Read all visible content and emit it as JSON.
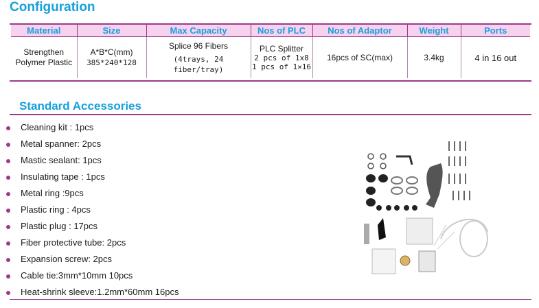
{
  "config": {
    "title": "Configuration",
    "headers": [
      "Material",
      "Size",
      "Max Capacity",
      "Nos of PLC",
      "Nos of Adaptor",
      "Weight",
      "Ports"
    ],
    "row": {
      "material": [
        "Strengthen",
        "Polymer Plastic"
      ],
      "size": [
        "A*B*C(mm)",
        "385*240*128"
      ],
      "capacity": [
        "Splice 96 Fibers",
        "(4trays, 24 fiber/tray)"
      ],
      "plc": [
        "PLC Splitter",
        "2 pcs of 1x8",
        "1 pcs of 1×16"
      ],
      "adaptor": "16pcs of SC(max)",
      "weight": "3.4kg",
      "ports": "4 in 16 out"
    }
  },
  "accessories": {
    "title": "Standard Accessories",
    "items": [
      "Cleaning kit : 1pcs",
      "Metal spanner:  2pcs",
      "Mastic sealant:  1pcs",
      "Insulating tape : 1pcs",
      "Metal ring :9pcs",
      "Plastic ring : 4pcs",
      "Plastic plug : 17pcs",
      "Fiber protective tube:  2pcs",
      "Expansion screw: 2pcs",
      "Cable tie:3mm*10mm  10pcs",
      "Heat-shrink sleeve:1.2mm*60mm  16pcs"
    ]
  },
  "colors": {
    "accent": "#16a0dc",
    "rule": "#9a3a8a",
    "header_bg": "#f7d2ef"
  }
}
